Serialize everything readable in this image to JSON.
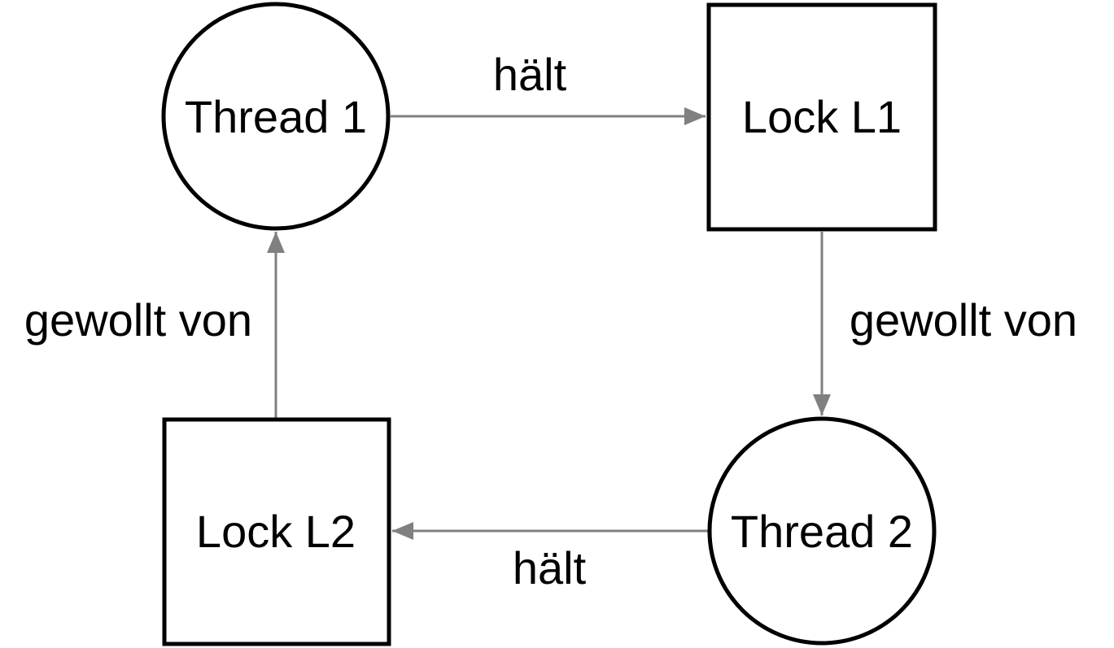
{
  "diagram": {
    "type": "deadlock-resource-allocation-graph",
    "colors": {
      "background": "#ffffff",
      "node_border": "#000000",
      "node_fill": "#ffffff",
      "arrow": "#808080",
      "text": "#000000"
    },
    "nodes": [
      {
        "id": "thread-1",
        "shape": "circle",
        "label": "Thread 1"
      },
      {
        "id": "lock-l1",
        "shape": "square",
        "label": "Lock L1"
      },
      {
        "id": "thread-2",
        "shape": "circle",
        "label": "Thread 2"
      },
      {
        "id": "lock-l2",
        "shape": "square",
        "label": "Lock L2"
      }
    ],
    "edges": [
      {
        "from": "thread-1",
        "to": "lock-l1",
        "label": "hält"
      },
      {
        "from": "lock-l1",
        "to": "thread-2",
        "label": "gewollt von"
      },
      {
        "from": "thread-2",
        "to": "lock-l2",
        "label": "hält"
      },
      {
        "from": "lock-l2",
        "to": "thread-1",
        "label": "gewollt von"
      }
    ]
  }
}
